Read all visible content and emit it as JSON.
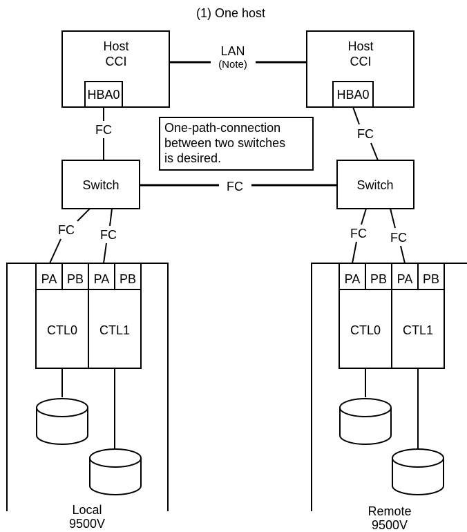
{
  "title": "(1) One host",
  "hosts": [
    {
      "line1": "Host",
      "line2": "CCI",
      "hba": "HBA0"
    },
    {
      "line1": "Host",
      "line2": "CCI",
      "hba": "HBA0"
    }
  ],
  "lan": {
    "label": "LAN",
    "note": "(Note)"
  },
  "note_box": [
    "One-path-connection",
    "between two switches",
    "is desired."
  ],
  "switches": [
    "Switch",
    "Switch"
  ],
  "links": {
    "host_left_fc": "FC",
    "host_right_fc": "FC",
    "switch_to_switch": "FC",
    "left_fc_a": "FC",
    "left_fc_b": "FC",
    "right_fc_a": "FC",
    "right_fc_b": "FC"
  },
  "arrays": [
    {
      "name": "Local",
      "model": "9500V",
      "ports": [
        "PA",
        "PB",
        "PA",
        "PB"
      ],
      "controllers": [
        "CTL0",
        "CTL1"
      ]
    },
    {
      "name": "Remote",
      "model": "9500V",
      "ports": [
        "PA",
        "PB",
        "PA",
        "PB"
      ],
      "controllers": [
        "CTL0",
        "CTL1"
      ]
    }
  ]
}
